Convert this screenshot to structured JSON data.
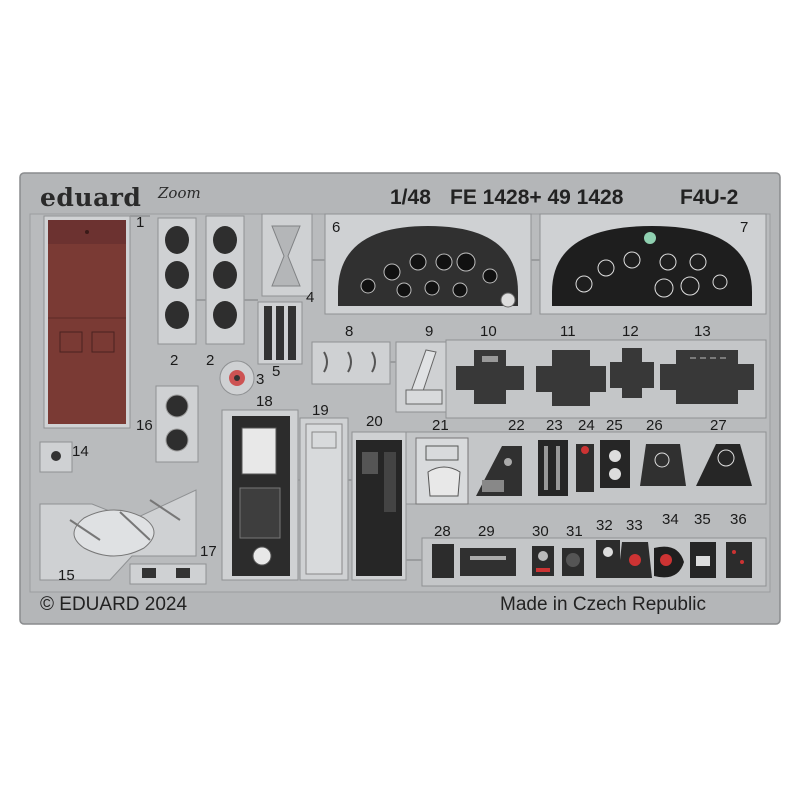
{
  "brand": {
    "name": "eduard",
    "line": "Zoom"
  },
  "title": {
    "scale": "1/48",
    "codes": "FE 1428+ 49 1428",
    "aircraft": "F4U-2"
  },
  "footer": {
    "copyright": "© EDUARD 2024",
    "origin": "Made in Czech Republic"
  },
  "part_numbers": [
    "1",
    "2",
    "2",
    "3",
    "4",
    "5",
    "6",
    "7",
    "8",
    "9",
    "10",
    "11",
    "12",
    "13",
    "14",
    "15",
    "16",
    "17",
    "18",
    "19",
    "20",
    "21",
    "22",
    "23",
    "24",
    "25",
    "26",
    "27",
    "28",
    "29",
    "30",
    "31",
    "32",
    "33",
    "34",
    "35",
    "36"
  ],
  "colors": {
    "fret": "#b4b6b8",
    "fret_edge": "#8e9092",
    "seat_belts": "#7a3a34",
    "panel_black": "#262626",
    "highlight": "#d8dadc"
  }
}
